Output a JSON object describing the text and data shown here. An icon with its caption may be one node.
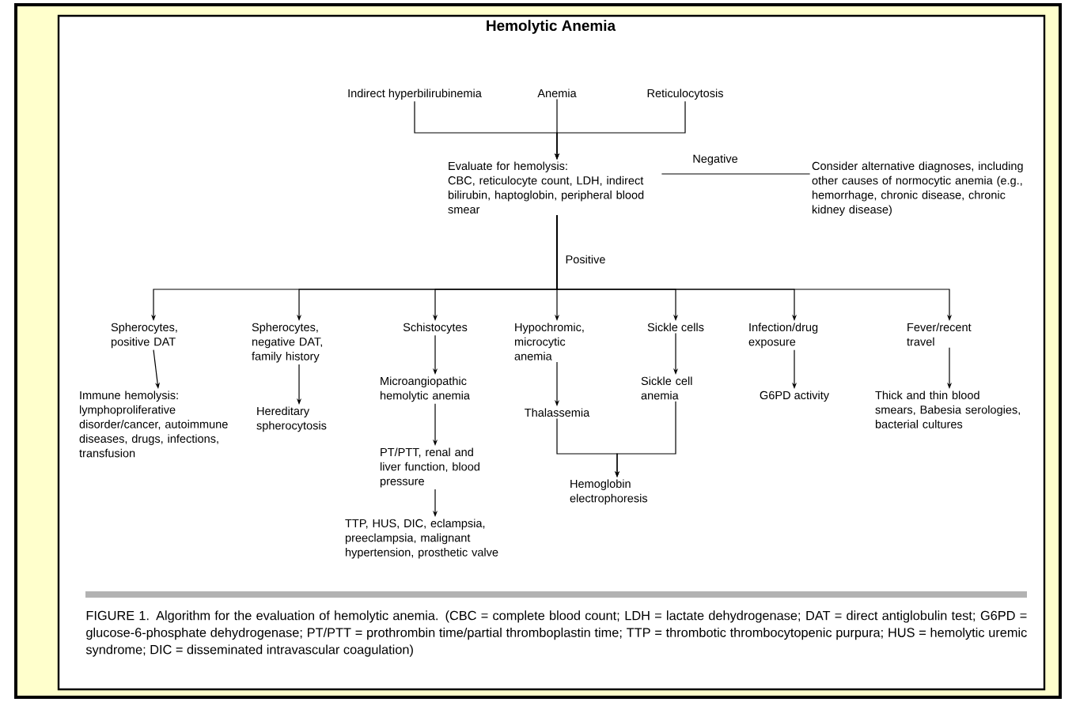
{
  "diagram": {
    "title": "Hemolytic Anemia",
    "caption": "FIGURE 1. Algorithm for the evaluation of hemolytic anemia. (CBC = complete blood count; LDH = lactate dehydrogenase; DAT = direct antiglobulin test; G6PD = glucose-6-phosphate dehydrogenase; PT/PTT = prothrombin time/partial thromboplastin time; TTP = thrombotic thrombocytopenic purpura; HUS = hemolytic uremic syndrome; DIC = disseminated intravascular coagulation)",
    "nodes": [
      {
        "text": [
          "Indirect hyperbilirubinemia"
        ]
      },
      {
        "text": [
          "Anemia"
        ]
      },
      {
        "text": [
          "Reticulocytosis"
        ]
      },
      {
        "text": [
          "Evaluate for hemolysis:",
          "CBC, reticulocyte count, LDH, indirect bilirubin, haptoglobin, peripheral blood smear"
        ]
      },
      {
        "text": [
          "Consider alternative diagnoses, including other causes of normocytic anemia (e.g., hemorrhage, chronic disease, chronic kidney disease)"
        ]
      },
      {
        "text": [
          "Spherocytes, positive DAT"
        ]
      },
      {
        "text": [
          "Spherocytes, negative DAT, family history"
        ]
      },
      {
        "text": [
          "Schistocytes"
        ]
      },
      {
        "text": [
          "Hypochromic, microcytic anemia"
        ]
      },
      {
        "text": [
          "Sickle cells"
        ]
      },
      {
        "text": [
          "Infection/drug exposure"
        ]
      },
      {
        "text": [
          "Fever/recent travel"
        ]
      },
      {
        "text": [
          "Immune hemolysis: lymphoproliferative disorder/cancer, autoimmune diseases, drugs, infections, transfusion"
        ]
      },
      {
        "text": [
          "Hereditary spherocytosis"
        ]
      },
      {
        "text": [
          "Microangiopathic hemolytic anemia"
        ]
      },
      {
        "text": [
          "PT/PTT, renal and liver function, blood pressure"
        ]
      },
      {
        "text": [
          "TTP, HUS, DIC, eclampsia, preeclampsia, malignant hypertension, prosthetic valve"
        ]
      },
      {
        "text": [
          "Thalassemia"
        ]
      },
      {
        "text": [
          "Sickle cell anemia"
        ]
      },
      {
        "text": [
          "Hemoglobin electrophoresis"
        ]
      },
      {
        "text": [
          "G6PD activity"
        ]
      },
      {
        "text": [
          "Thick and thin blood smears, Babesia serologies, bacterial cultures"
        ]
      }
    ],
    "edges": [
      {
        "from": 0,
        "to": 3,
        "arrow": "to"
      },
      {
        "from": 1,
        "to": 3,
        "arrow": "to"
      },
      {
        "from": 2,
        "to": 3,
        "arrow": "to"
      },
      {
        "from": 3,
        "to": 4,
        "arrow": "none",
        "label": "Negative"
      },
      {
        "from": 3,
        "to": 5,
        "arrow": "to"
      },
      {
        "from": 3,
        "to": 6,
        "arrow": "to"
      },
      {
        "from": 3,
        "to": 7,
        "arrow": "to"
      },
      {
        "from": 3,
        "to": 8,
        "arrow": "to",
        "label": "Positive"
      },
      {
        "from": 3,
        "to": 9,
        "arrow": "to"
      },
      {
        "from": 3,
        "to": 10,
        "arrow": "to"
      },
      {
        "from": 3,
        "to": 11,
        "arrow": "to"
      },
      {
        "from": 5,
        "to": 12,
        "arrow": "to"
      },
      {
        "from": 6,
        "to": 13,
        "arrow": "to"
      },
      {
        "from": 7,
        "to": 14,
        "arrow": "to"
      },
      {
        "from": 14,
        "to": 15,
        "arrow": "to"
      },
      {
        "from": 15,
        "to": 16,
        "arrow": "to"
      },
      {
        "from": 8,
        "to": 17,
        "arrow": "to"
      },
      {
        "from": 9,
        "to": 18,
        "arrow": "to"
      },
      {
        "from": 17,
        "to": 19,
        "arrow": "to"
      },
      {
        "from": 18,
        "to": 19,
        "arrow": "to"
      },
      {
        "from": 10,
        "to": 20,
        "arrow": "to"
      },
      {
        "from": 11,
        "to": 21,
        "arrow": "to"
      }
    ]
  }
}
